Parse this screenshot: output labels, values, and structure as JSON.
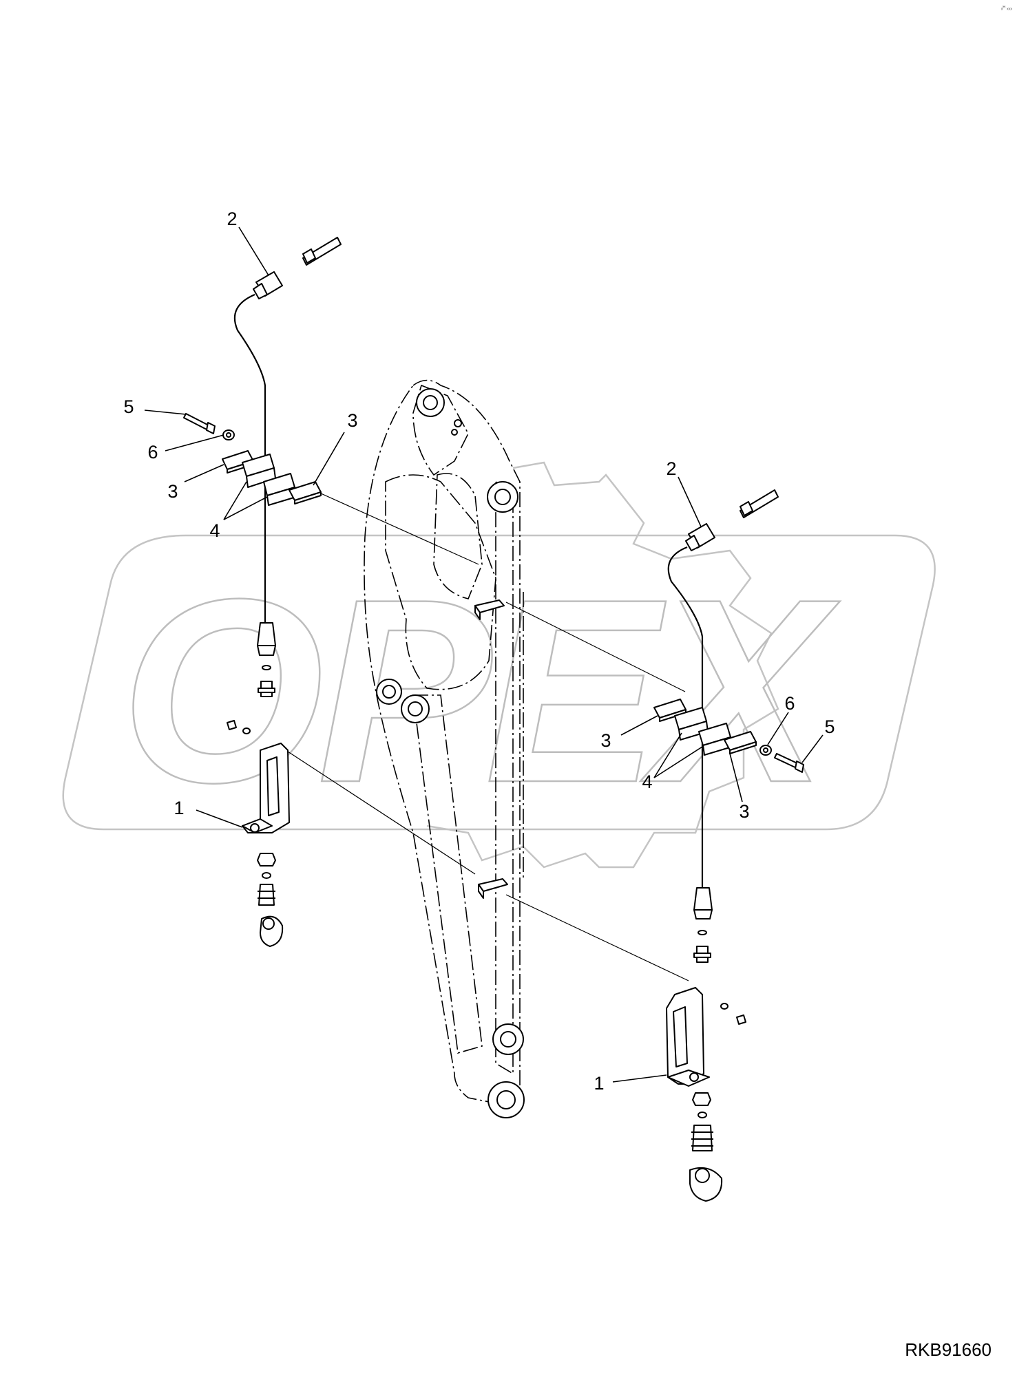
{
  "drawing_code": "RKB91660",
  "corner_mark": "ₓᴴ ₓₓₓ",
  "watermark": "OPEX",
  "callouts": [
    {
      "id": "callout-2-left",
      "text": "2"
    },
    {
      "id": "callout-5-left",
      "text": "5"
    },
    {
      "id": "callout-6-left",
      "text": "6"
    },
    {
      "id": "callout-3-left-a",
      "text": "3"
    },
    {
      "id": "callout-3-left-b",
      "text": "3"
    },
    {
      "id": "callout-4-left",
      "text": "4"
    },
    {
      "id": "callout-1-left",
      "text": "1"
    },
    {
      "id": "callout-2-right",
      "text": "2"
    },
    {
      "id": "callout-6-right",
      "text": "6"
    },
    {
      "id": "callout-5-right",
      "text": "5"
    },
    {
      "id": "callout-3-right-a",
      "text": "3"
    },
    {
      "id": "callout-4-right",
      "text": "4"
    },
    {
      "id": "callout-3-right-b",
      "text": "3"
    },
    {
      "id": "callout-1-right",
      "text": "1"
    }
  ]
}
